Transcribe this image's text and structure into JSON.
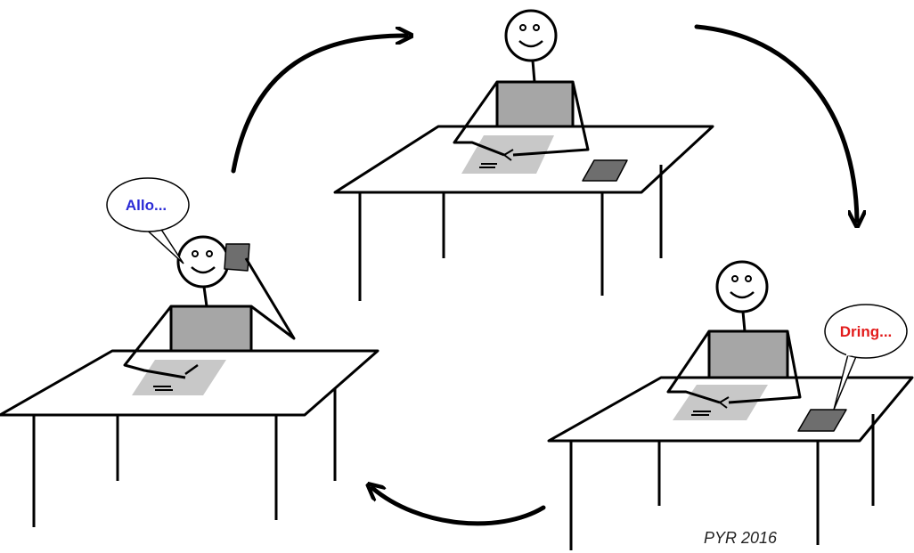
{
  "speech": {
    "left_bubble": "Allo...",
    "right_bubble": "Dring..."
  },
  "signature": "PYR 2016",
  "colors": {
    "allo_text": "#2b2bd6",
    "dring_text": "#e21b1b",
    "line": "#000000",
    "torso_fill": "#a6a6a6",
    "paper_fill": "#c8c8c8",
    "phone_fill": "#6e6e6e"
  },
  "figures": [
    {
      "id": "top",
      "state": "working"
    },
    {
      "id": "right",
      "state": "phone-ringing"
    },
    {
      "id": "left",
      "state": "on-phone"
    }
  ]
}
